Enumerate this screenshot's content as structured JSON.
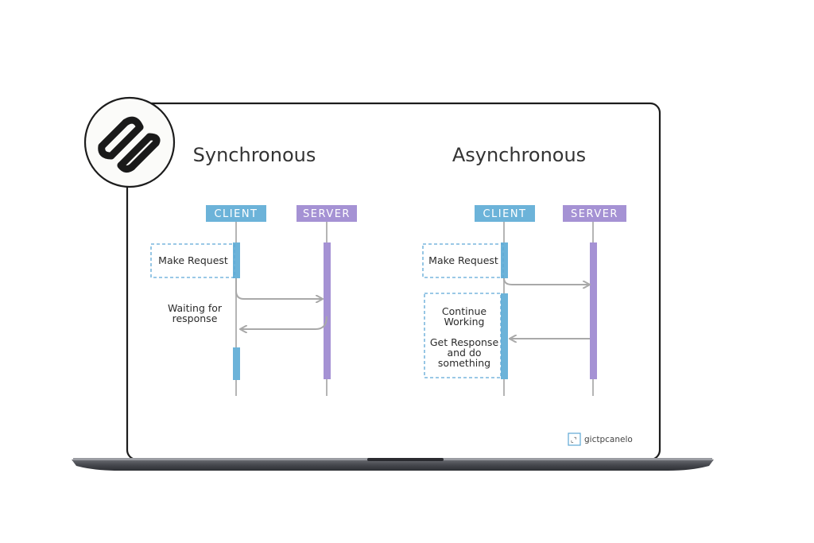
{
  "brand": {
    "logo": "squarespace-logo"
  },
  "sync": {
    "title": "Synchronous",
    "client_label": "CLIENT",
    "server_label": "SERVER",
    "note_request": "Make Request",
    "note_wait_1": "Waiting for",
    "note_wait_2": "response"
  },
  "async": {
    "title": "Asynchronous",
    "client_label": "CLIENT",
    "server_label": "SERVER",
    "note_request": "Make Request",
    "note_continue_1": "Continue",
    "note_continue_2": "Working",
    "note_get_1": "Get Response",
    "note_get_2": "and do",
    "note_get_3": "something"
  },
  "watermark": {
    "text": "gictpcanelo"
  },
  "colors": {
    "client": "#6cb3d9",
    "server": "#a592d4",
    "arrow": "#a9a9a9",
    "note_border": "#5ea8d6",
    "laptop_base": "#4a4c52"
  }
}
